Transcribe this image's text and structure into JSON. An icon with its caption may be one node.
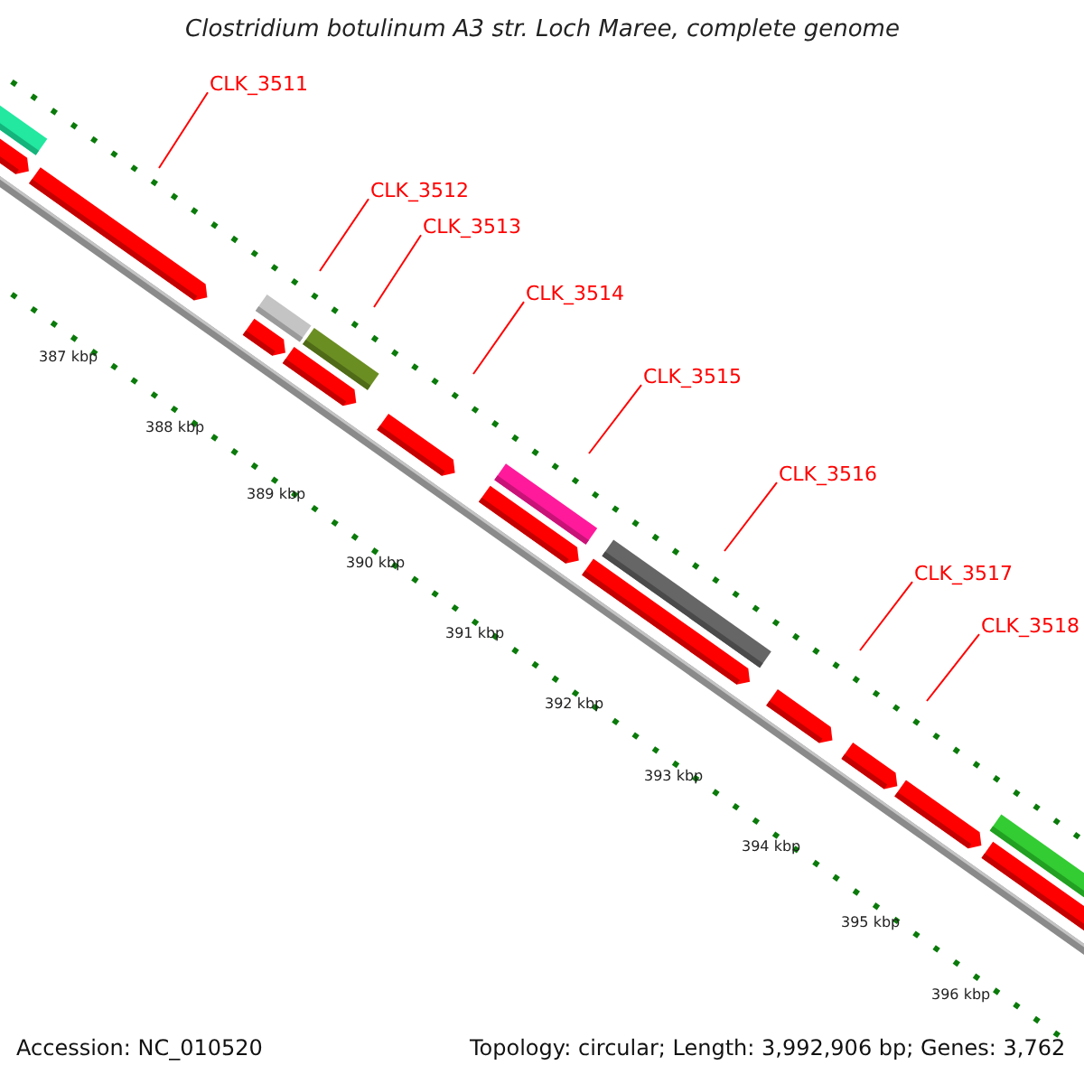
{
  "diagram": {
    "title": "Clostridium botulinum A3 str. Loch Maree, complete genome",
    "nodes": [
      {
        "text": [
          "CLK_3511"
        ]
      },
      {
        "text": [
          "CLK_3512"
        ]
      },
      {
        "text": [
          "CLK_3513"
        ]
      },
      {
        "text": [
          "CLK_3514"
        ]
      },
      {
        "text": [
          "CLK_3515"
        ]
      },
      {
        "text": [
          "CLK_3516"
        ]
      },
      {
        "text": [
          "CLK_3517"
        ]
      },
      {
        "text": [
          "CLK_3518"
        ]
      }
    ],
    "edges": [
      {
        "from": 0,
        "to": null,
        "arrow": "none"
      },
      {
        "from": 1,
        "to": null,
        "arrow": "none"
      },
      {
        "from": 2,
        "to": null,
        "arrow": "none"
      },
      {
        "from": 3,
        "to": null,
        "arrow": "none"
      },
      {
        "from": 4,
        "to": null,
        "arrow": "none"
      },
      {
        "from": 5,
        "to": null,
        "arrow": "none"
      },
      {
        "from": 6,
        "to": null,
        "arrow": "none"
      },
      {
        "from": 7,
        "to": null,
        "arrow": "none"
      }
    ],
    "labels": [
      "387 kbp",
      "388 kbp",
      "389 kbp",
      "390 kbp",
      "391 kbp",
      "392 kbp",
      "393 kbp",
      "394 kbp",
      "395 kbp",
      "396 kbp",
      "Accession: NC_010520",
      "Topology: circular; Length: 3,992,906 bp; Genes: 3,762"
    ]
  }
}
